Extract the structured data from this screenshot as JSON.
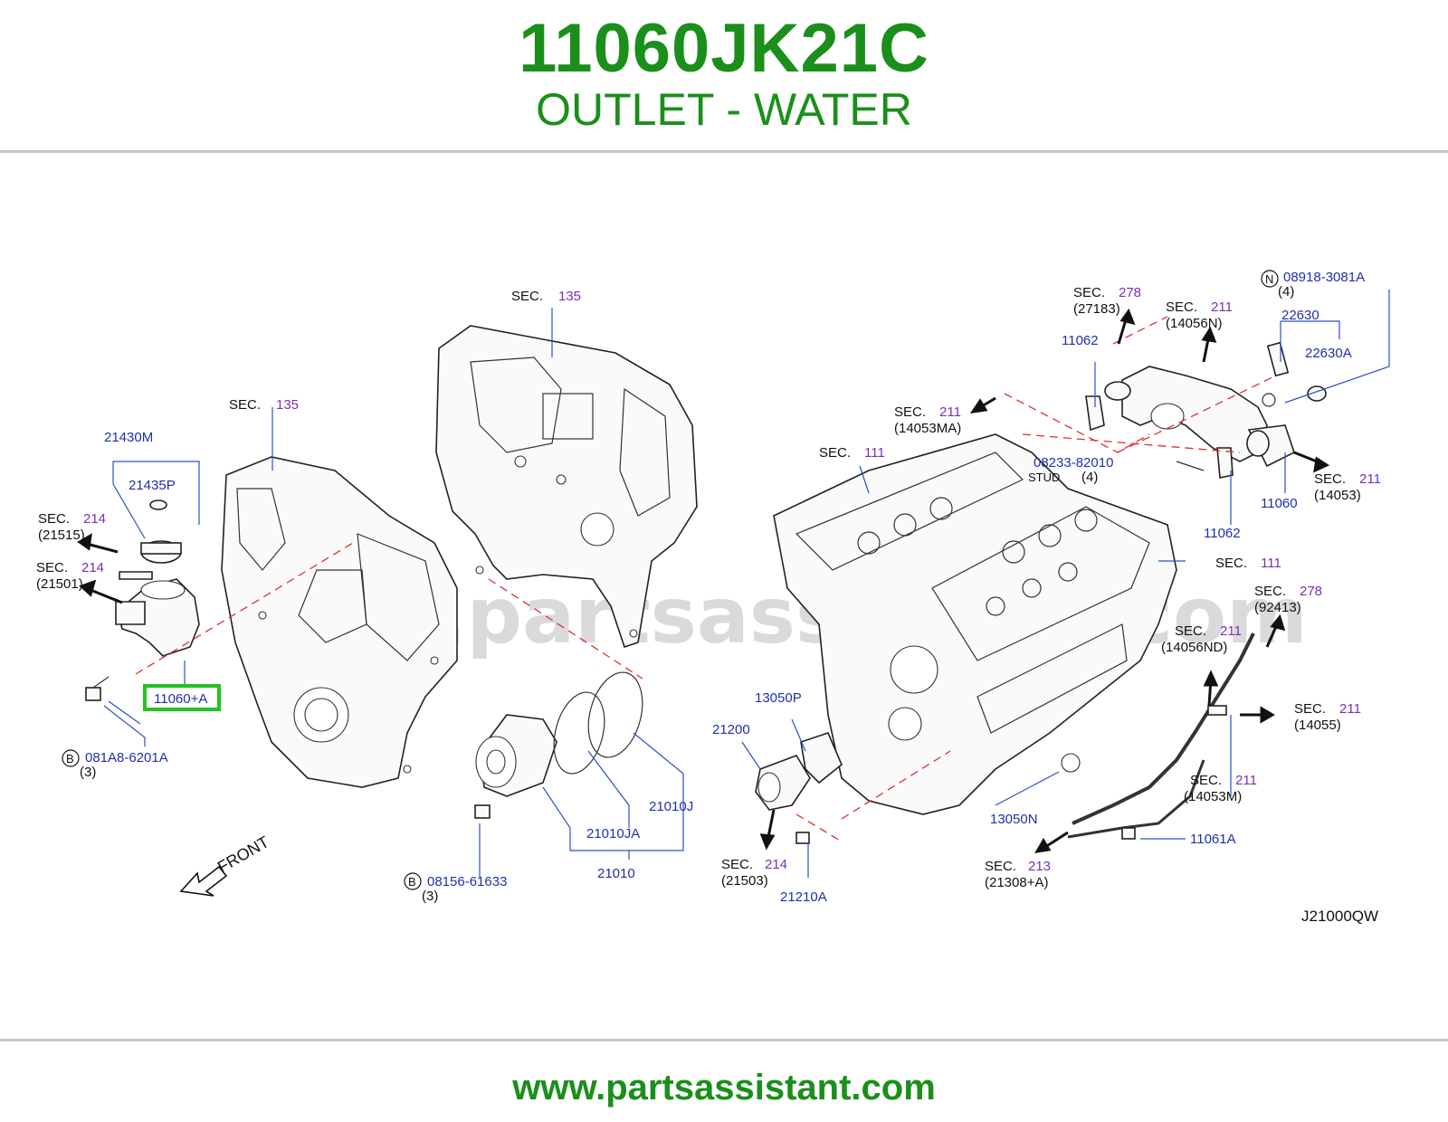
{
  "header": {
    "part_number": "11060JK21C",
    "part_name": "OUTLET - WATER"
  },
  "footer": {
    "url": "www.partsassistant.com"
  },
  "diagram": {
    "watermark": "www.partsassistant.com",
    "code": "J21000QW",
    "front_label": "FRONT",
    "highlight_part": "11060+A",
    "sec_word": "SEC.",
    "callouts": {
      "sec135_a": "135",
      "sec135_b": "135",
      "sec214_a": "214",
      "sec214_a_sub": "(21515)",
      "sec214_b": "214",
      "sec214_b_sub": "(21501)",
      "sec214_c": "214",
      "sec214_c_sub": "(21503)",
      "sec278_a": "278",
      "sec278_a_sub": "(27183)",
      "sec278_b": "278",
      "sec278_b_sub": "(92413)",
      "sec211_a": "211",
      "sec211_a_sub": "(14056N)",
      "sec211_b": "211",
      "sec211_b_sub": "(14053MA)",
      "sec211_c": "211",
      "sec211_c_sub": "(14053)",
      "sec211_d": "211",
      "sec211_d_sub": "(14056ND)",
      "sec211_e": "211",
      "sec211_e_sub": "(14055)",
      "sec211_f": "211",
      "sec211_f_sub": "(14053M)",
      "sec111_a": "111",
      "sec111_b": "111",
      "sec213": "213",
      "sec213_sub": "(21308+A)"
    },
    "parts": {
      "p21430M": "21430M",
      "p21435P": "21435P",
      "p081A8": "081A8-6201A",
      "p081A8_qty": "(3)",
      "p08156": "08156-61633",
      "p08156_qty": "(3)",
      "p21010JA": "21010JA",
      "p21010J": "21010J",
      "p21010": "21010",
      "p21200": "21200",
      "p13050P": "13050P",
      "p21210A": "21210A",
      "p13050N": "13050N",
      "p11061A": "11061A",
      "p11062_a": "11062",
      "p11062_b": "11062",
      "p11060": "11060",
      "p08233": "08233-82010",
      "stud": "STUD",
      "stud_qty": "(4)",
      "p08918": "08918-3081A",
      "p08918_qty": "(4)",
      "p22630": "22630",
      "p22630A": "22630A",
      "badge_b": "B",
      "badge_n": "N"
    }
  }
}
